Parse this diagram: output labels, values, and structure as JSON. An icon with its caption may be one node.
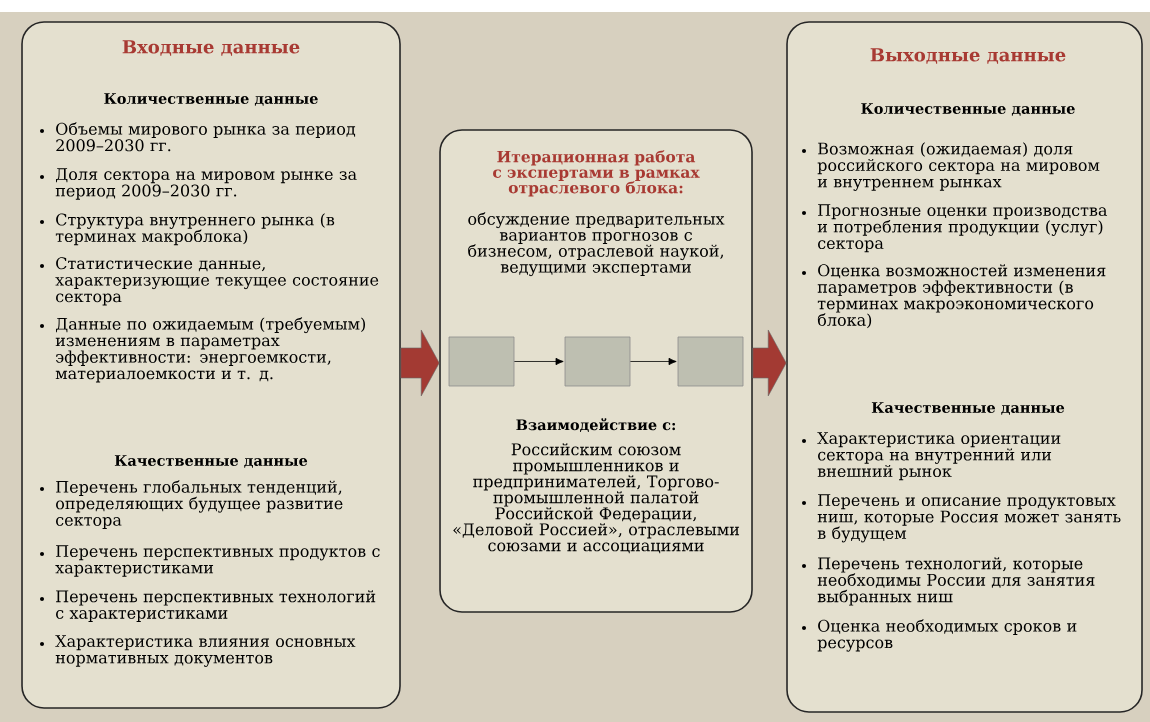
{
  "diagram": {
    "nodes": [
      {
        "text": [
          "Входные данные",
          "Количественные данные",
          "Объемы мирового рынка за период 2009–2030 гг.",
          "Доля сектора на мировом рынке за период 2009–2030 гг.",
          "Структура внутреннего рынка (в терминах макроблока)",
          "Статистические данные, характеризующие текущее состояние сектора",
          "Данные по ожидаемым (требуемым) изменениям в параметрах эффективности: энергоемкости, материалоемкости и т. д.",
          "Качественные данные",
          "Перечень глобальных тенденций, определяющих будущее развитие сектора",
          "Перечень перспективных продуктов с характеристиками",
          "Перечень перспективных технологий с характеристиками",
          "Характеристика влияния основных нормативных документов"
        ]
      },
      {
        "text": [
          "Итерационная работа с экспертами в рамках отраслевого блока:",
          "обсуждение предварительных вариантов прогнозов с бизнесом, отраслевой наукой, ведущими экспертами",
          "Взаимодействие с:",
          "Российским союзом промышленников и предпринимателей, Торгово-промышленной палатой Российской Федерации, «Деловой Россией», отраслевыми союзами и ассоциациями"
        ]
      },
      {
        "text": [
          "Выходные данные",
          "Количественные данные",
          "Возможная (ожидаемая) доля российского сектора на мировом и внутреннем рынках",
          "Прогнозные оценки производства и потребления продукции (услуг) сектора",
          "Оценка возможностей изменения параметров эффективности (в терминах макроэкономического блока)",
          "Качественные данные",
          "Характеристика ориентации сектора на внутренний или внешний рынок",
          "Перечень и описание продуктовых ниш, которые Россия может занять в будущем",
          "Перечень технологий, которые необходимы России для занятия выбранных ниш",
          "Оценка необходимых сроков и ресурсов"
        ]
      },
      {
        "text": [],
        "shape": "box",
        "in": 1
      },
      {
        "text": [],
        "shape": "box",
        "in": 1
      },
      {
        "text": [],
        "shape": "box",
        "in": 1
      }
    ],
    "edges": [
      {
        "from": 0,
        "to": 1,
        "arrow": "to",
        "style": "thick",
        "color": "#a33a33"
      },
      {
        "from": 3,
        "to": 4,
        "arrow": "to",
        "color": "#000000"
      },
      {
        "from": 4,
        "to": 5,
        "arrow": "to",
        "color": "#000000"
      },
      {
        "from": 1,
        "to": 2,
        "arrow": "to",
        "style": "thick",
        "color": "#a33a33"
      }
    ]
  }
}
